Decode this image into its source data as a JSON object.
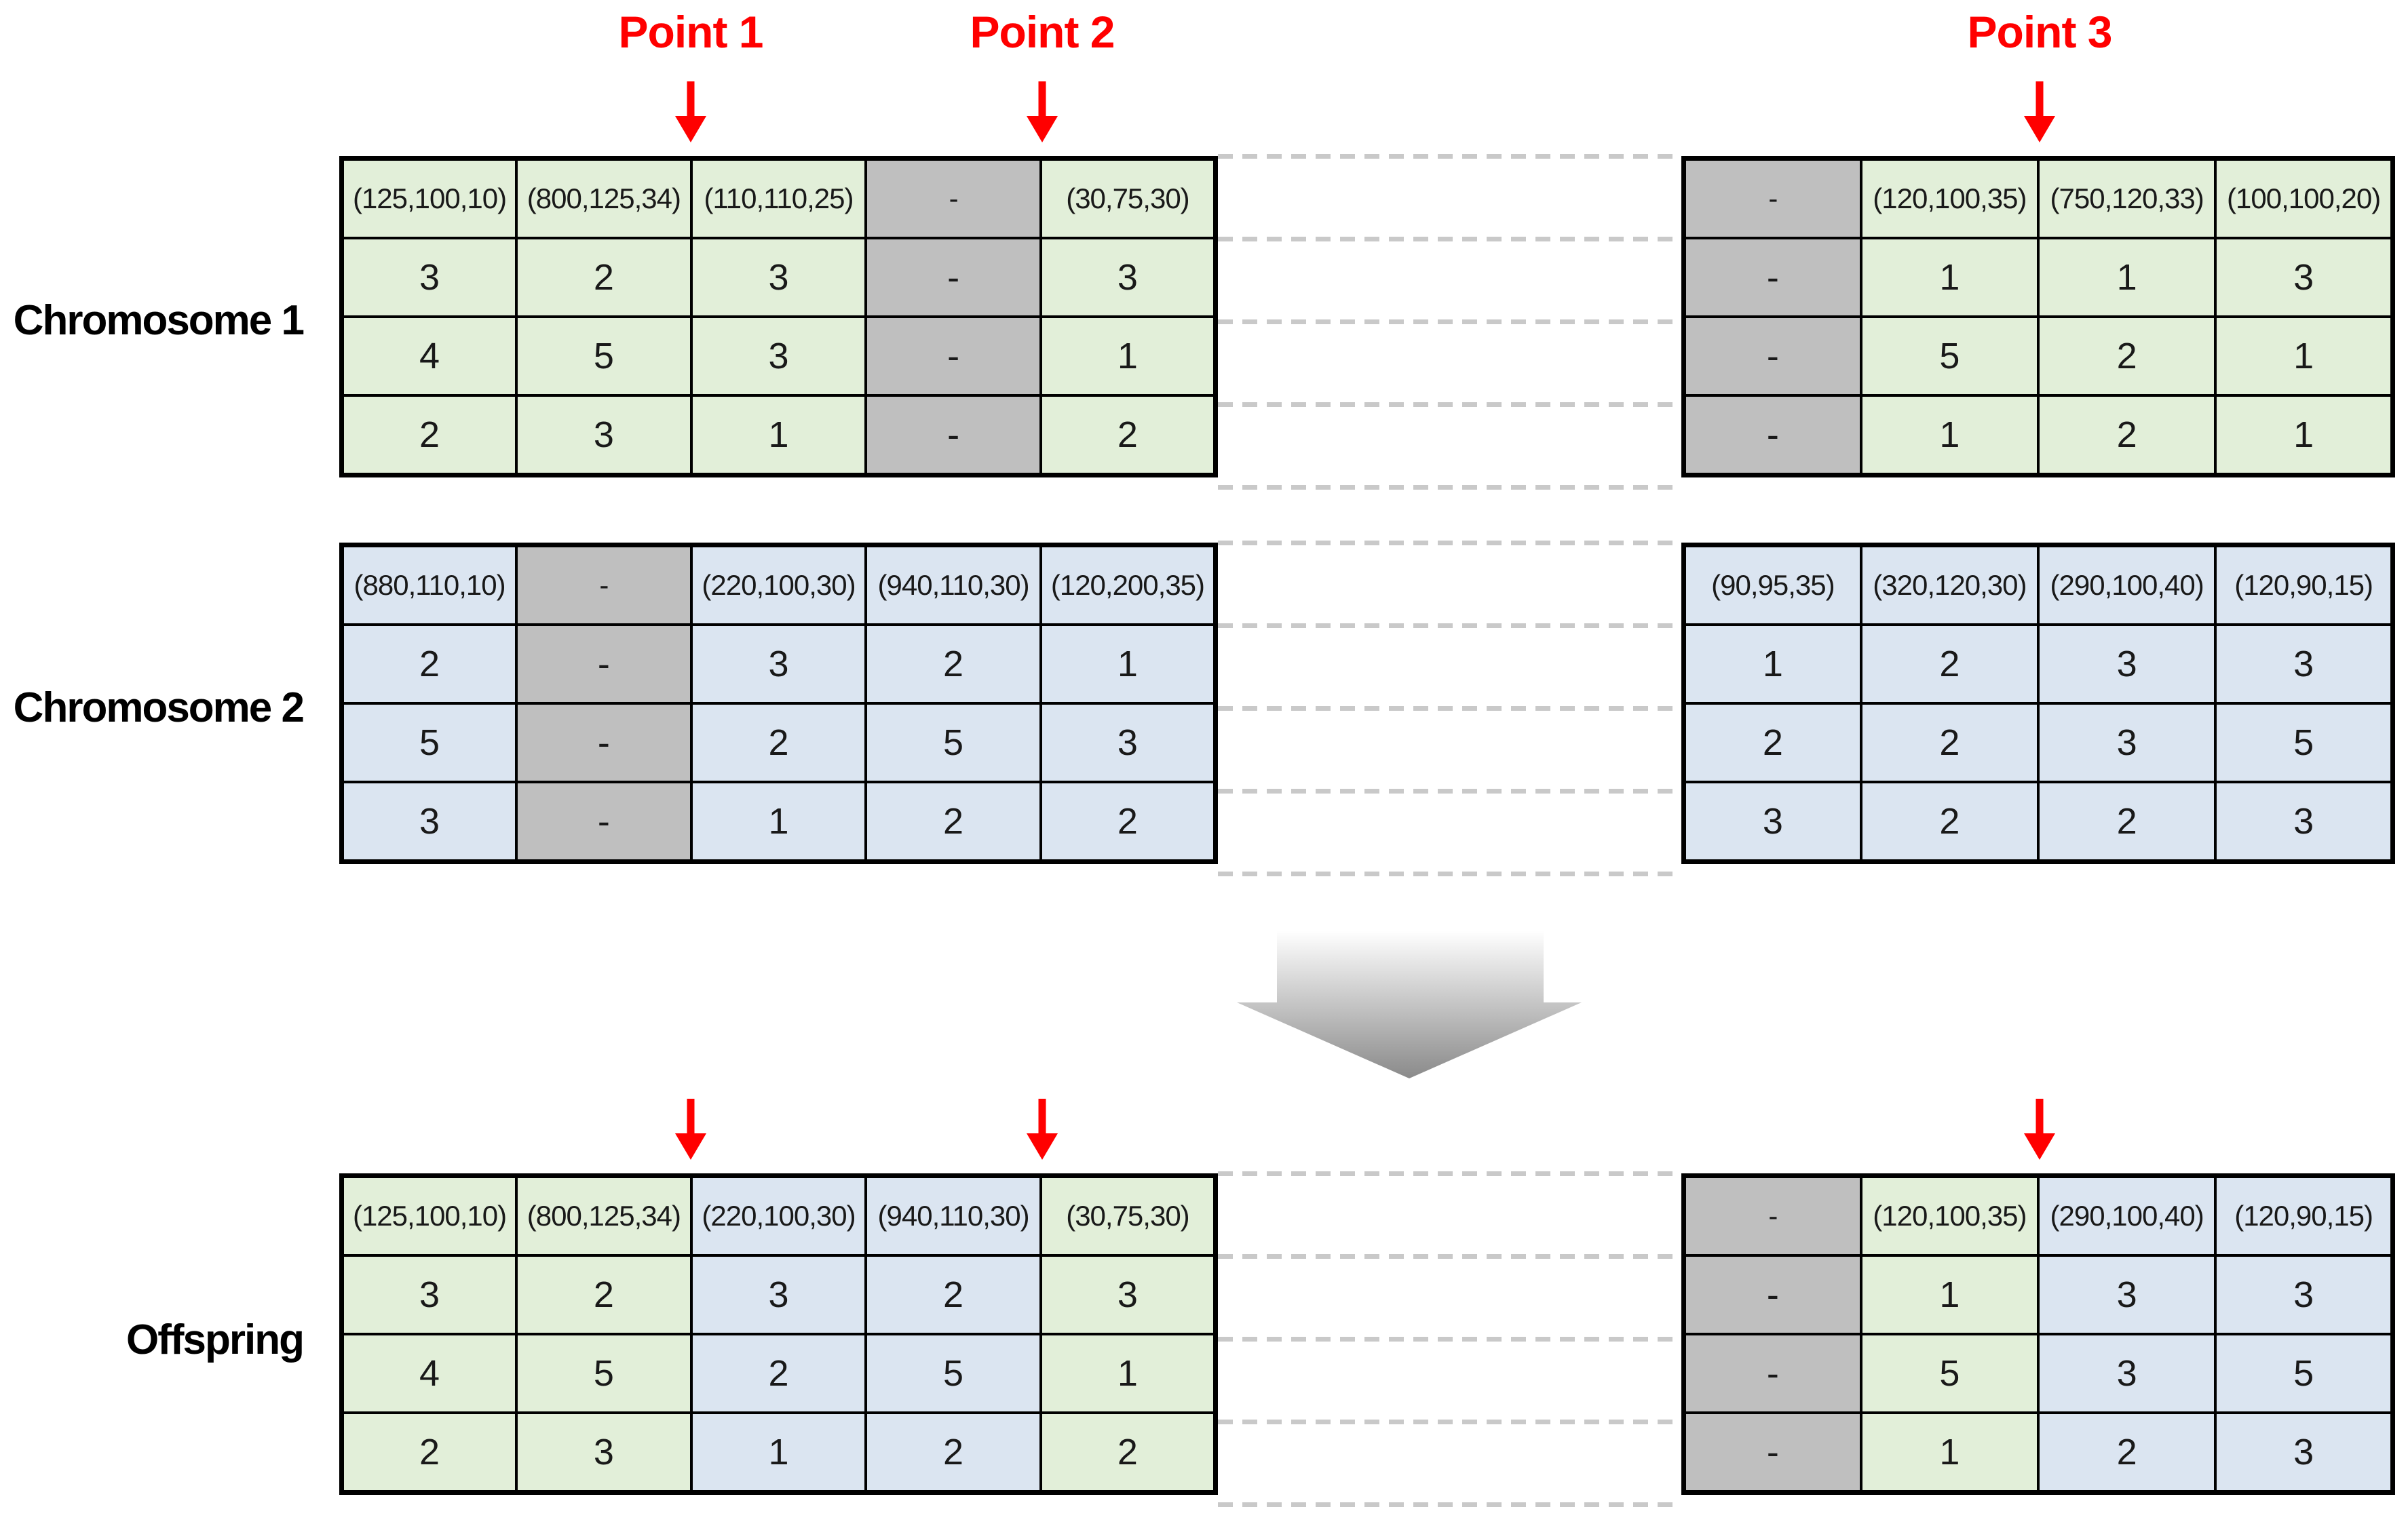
{
  "colors": {
    "green": "#e2efd9",
    "blue": "#dbe5f1",
    "gray": "#bfbfbf",
    "red": "#ff0000",
    "dash": "#c9c9c9",
    "border": "#000000",
    "arrow_gradient_top": "#ffffff",
    "arrow_gradient_bottom": "#8a8a8a"
  },
  "points": [
    {
      "label": "Point 1"
    },
    {
      "label": "Point 2"
    },
    {
      "label": "Point 3"
    }
  ],
  "bands": [
    {
      "label": "Chromosome 1",
      "left": {
        "col_colors": [
          "green",
          "green",
          "green",
          "gray",
          "green"
        ],
        "rows": [
          [
            "(125,100,10)",
            "(800,125,34)",
            "(110,110,25)",
            "-",
            "(30,75,30)"
          ],
          [
            "3",
            "2",
            "3",
            "-",
            "3"
          ],
          [
            "4",
            "5",
            "3",
            "-",
            "1"
          ],
          [
            "2",
            "3",
            "1",
            "-",
            "2"
          ]
        ]
      },
      "right": {
        "col_colors": [
          "gray",
          "green",
          "green",
          "green"
        ],
        "rows": [
          [
            "-",
            "(120,100,35)",
            "(750,120,33)",
            "(100,100,20)"
          ],
          [
            "-",
            "1",
            "1",
            "3"
          ],
          [
            "-",
            "5",
            "2",
            "1"
          ],
          [
            "-",
            "1",
            "2",
            "1"
          ]
        ]
      }
    },
    {
      "label": "Chromosome 2",
      "left": {
        "col_colors": [
          "blue",
          "gray",
          "blue",
          "blue",
          "blue"
        ],
        "rows": [
          [
            "(880,110,10)",
            "-",
            "(220,100,30)",
            "(940,110,30)",
            "(120,200,35)"
          ],
          [
            "2",
            "-",
            "3",
            "2",
            "1"
          ],
          [
            "5",
            "-",
            "2",
            "5",
            "3"
          ],
          [
            "3",
            "-",
            "1",
            "2",
            "2"
          ]
        ]
      },
      "right": {
        "col_colors": [
          "blue",
          "blue",
          "blue",
          "blue"
        ],
        "rows": [
          [
            "(90,95,35)",
            "(320,120,30)",
            "(290,100,40)",
            "(120,90,15)"
          ],
          [
            "1",
            "2",
            "3",
            "3"
          ],
          [
            "2",
            "2",
            "3",
            "5"
          ],
          [
            "3",
            "2",
            "2",
            "3"
          ]
        ]
      }
    },
    {
      "label": "Offspring",
      "left": {
        "col_colors": [
          "green",
          "green",
          "blue",
          "blue",
          "green"
        ],
        "rows": [
          [
            "(125,100,10)",
            "(800,125,34)",
            "(220,100,30)",
            "(940,110,30)",
            "(30,75,30)"
          ],
          [
            "3",
            "2",
            "3",
            "2",
            "3"
          ],
          [
            "4",
            "5",
            "2",
            "5",
            "1"
          ],
          [
            "2",
            "3",
            "1",
            "2",
            "2"
          ]
        ]
      },
      "right": {
        "col_colors": [
          "gray",
          "green",
          "blue",
          "blue"
        ],
        "rows": [
          [
            "-",
            "(120,100,35)",
            "(290,100,40)",
            "(120,90,15)"
          ],
          [
            "-",
            "1",
            "3",
            "3"
          ],
          [
            "-",
            "5",
            "3",
            "5"
          ],
          [
            "-",
            "1",
            "2",
            "3"
          ]
        ]
      }
    }
  ]
}
